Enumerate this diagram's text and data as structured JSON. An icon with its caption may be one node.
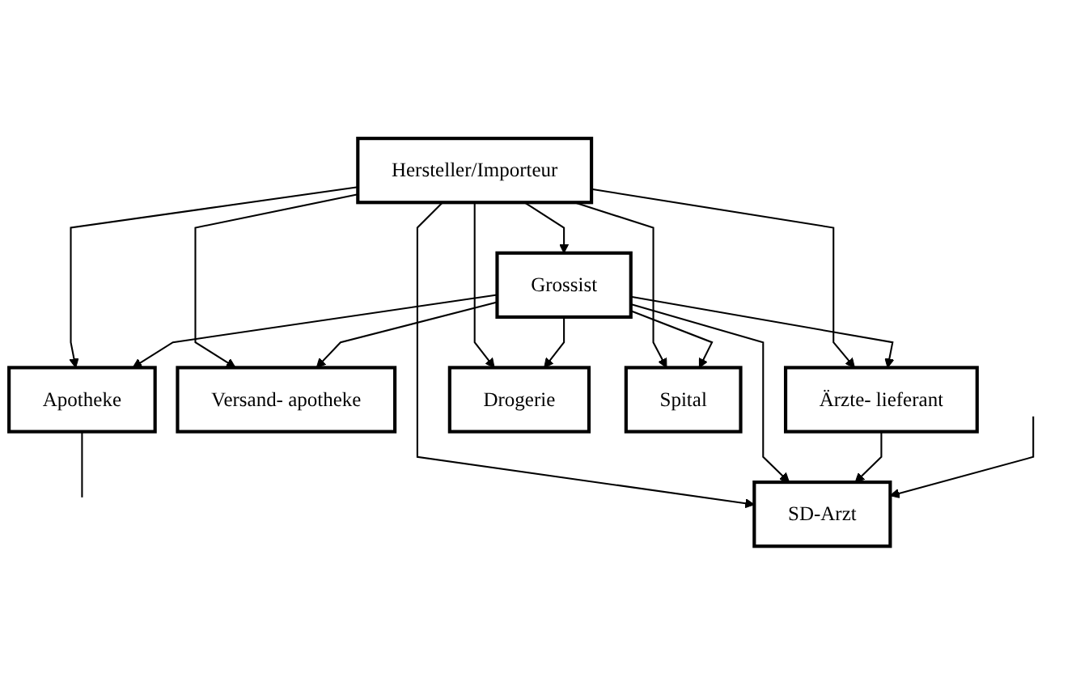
{
  "diagram": {
    "nodes": [
      {
        "text": [
          "Hersteller/Importeur"
        ]
      },
      {
        "text": [
          "Grossist"
        ]
      },
      {
        "text": [
          "Ärzte- lieferant"
        ]
      },
      {
        "text": [
          "Versand- apotheke"
        ]
      },
      {
        "text": [
          "Apotheke"
        ]
      },
      {
        "text": [
          "Drogerie"
        ]
      },
      {
        "text": [
          "SD-Arzt"
        ]
      },
      {
        "text": [
          "Spital"
        ]
      }
    ],
    "edges": [
      {
        "from": 0,
        "to": 3,
        "arrow": "to"
      },
      {
        "from": 0,
        "to": 4,
        "arrow": "to"
      },
      {
        "from": 0,
        "to": 1,
        "arrow": "to"
      },
      {
        "from": 0,
        "to": 5,
        "arrow": "to"
      },
      {
        "from": 0,
        "to": 2,
        "arrow": "to"
      },
      {
        "from": 0,
        "to": 6,
        "arrow": "to"
      },
      {
        "from": 0,
        "to": 7,
        "arrow": "to"
      },
      {
        "from": 1,
        "to": 2,
        "arrow": "to"
      },
      {
        "from": 1,
        "to": 3,
        "arrow": "to"
      },
      {
        "from": 1,
        "to": 4,
        "arrow": "to"
      },
      {
        "from": 1,
        "to": 5,
        "arrow": "to"
      },
      {
        "from": 1,
        "to": 6,
        "arrow": "to"
      },
      {
        "from": 1,
        "to": 7,
        "arrow": "to"
      },
      {
        "from": 2,
        "to": 6,
        "arrow": "to"
      },
      {
        "from": 4,
        "to": null,
        "arrow": "none"
      },
      {
        "from": null,
        "to": 6,
        "arrow": "to"
      }
    ]
  }
}
